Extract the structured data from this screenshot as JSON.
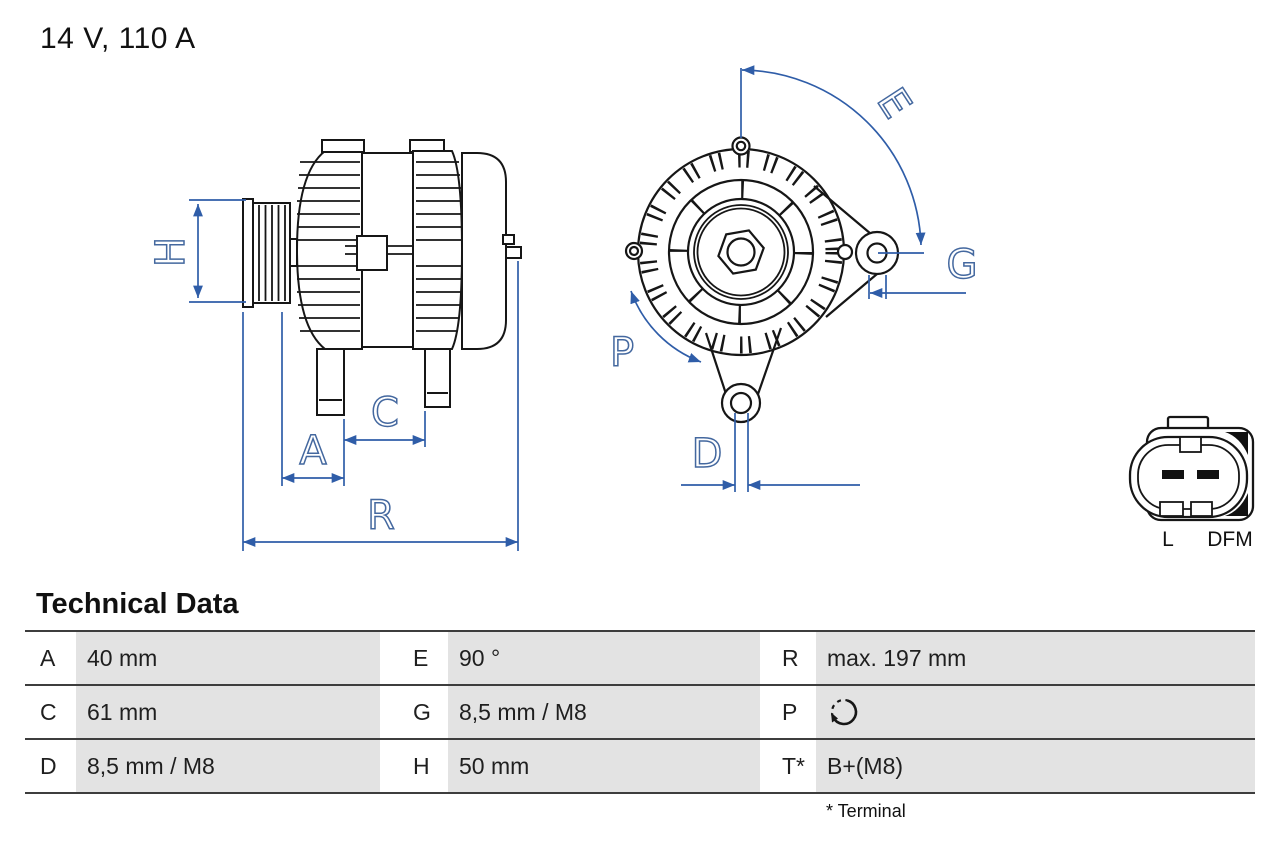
{
  "header": {
    "title": "14 V, 110 A"
  },
  "diagram": {
    "h_label": "H",
    "a_label": "A",
    "c_label": "C",
    "r_label": "R",
    "e_label": "E",
    "g_label": "G",
    "p_label": "P",
    "d_label": "D",
    "connector_pin_left": "L",
    "connector_pin_right": "DFM"
  },
  "technical_data": {
    "heading": "Technical Data",
    "rows": [
      {
        "c1_label": "A",
        "c1_value": "40 mm",
        "c2_label": "E",
        "c2_value": "90 °",
        "c3_label": "R",
        "c3_value": "max. 197 mm"
      },
      {
        "c1_label": "C",
        "c1_value": "61 mm",
        "c2_label": "G",
        "c2_value": "8,5 mm / M8",
        "c3_label": "P",
        "c3_value": "",
        "c3_icon": "rotation-direction-icon"
      },
      {
        "c1_label": "D",
        "c1_value": "8,5 mm / M8",
        "c2_label": "H",
        "c2_value": "50 mm",
        "c3_label": "T*",
        "c3_value": "B+(M8)"
      }
    ],
    "footnote": "* Terminal"
  },
  "colors": {
    "dimension_blue": "#2f5da8",
    "cad_label_blue": "#44689f",
    "drawing_black": "#161616",
    "table_cell_gray": "#e3e3e3",
    "table_rule_gray": "#3d3d3d"
  }
}
